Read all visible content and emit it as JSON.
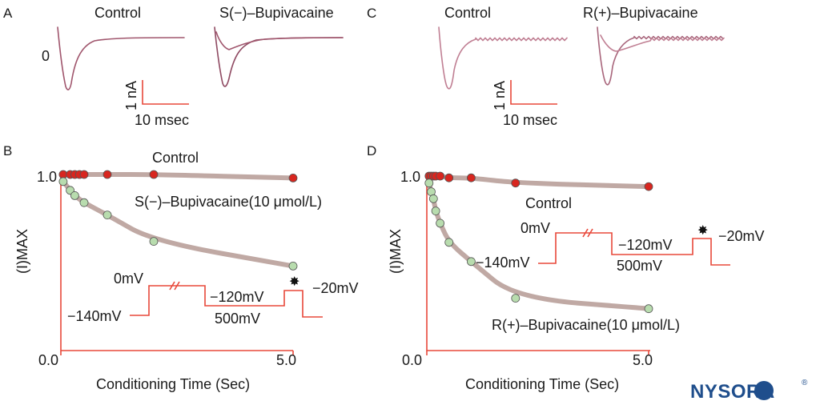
{
  "colors": {
    "axis": "#e8483a",
    "trace": "#a0566d",
    "trace_drug": "#8f4a62",
    "fit": "#b9a09a",
    "control_point": "#d8261f",
    "drug_point": "#b8dcae",
    "point_stroke": "#555555",
    "logo": "#1f4e8c"
  },
  "panels": {
    "A": {
      "letter": "A",
      "control_label": "Control",
      "drug_label": "S(−)–Bupivacaine",
      "zero_label": "0",
      "scale_y": "1 nA",
      "scale_x": "10 msec"
    },
    "C": {
      "letter": "C",
      "control_label": "Control",
      "drug_label": "R(+)–Bupivacaine",
      "scale_y": "1 nA",
      "scale_x": "10 msec"
    },
    "B": {
      "letter": "B",
      "protocol": {
        "v0": "0mV",
        "vhold": "−140mV",
        "vcond": "−120mV",
        "duration": "500mV",
        "vtest": "−20mV",
        "star": "✸"
      }
    },
    "D": {
      "letter": "D",
      "protocol": {
        "v0": "0mV",
        "vhold": "−140mV",
        "vcond": "−120mV",
        "duration": "500mV",
        "vtest": "−20mV",
        "star": "✸"
      }
    }
  },
  "chart_data": [
    {
      "type": "scatter",
      "panel": "B",
      "xlabel": "Conditioning Time (Sec)",
      "ylabel": "(I)MAX",
      "xlim": [
        0,
        5
      ],
      "ylim": [
        0,
        1.0
      ],
      "x_ticks": [
        "0.0",
        "5.0"
      ],
      "y_ticks": [
        "1.0"
      ],
      "series": [
        {
          "name": "Control",
          "x": [
            0.05,
            0.2,
            0.3,
            0.4,
            0.5,
            1.0,
            2.0,
            5.0
          ],
          "y": [
            1.0,
            1.0,
            1.0,
            1.0,
            1.0,
            1.0,
            1.0,
            0.98
          ]
        },
        {
          "name": "S(−)–Bupivacaine(10 μmol/L)",
          "x": [
            0.05,
            0.2,
            0.3,
            0.5,
            1.0,
            2.0,
            5.0
          ],
          "y": [
            0.96,
            0.91,
            0.88,
            0.84,
            0.77,
            0.62,
            0.48
          ]
        }
      ]
    },
    {
      "type": "scatter",
      "panel": "D",
      "xlabel": "Conditioning Time (Sec)",
      "ylabel": "(I)MAX",
      "xlim": [
        0,
        5
      ],
      "ylim": [
        0,
        1.0
      ],
      "x_ticks": [
        "0.0",
        "5.0"
      ],
      "y_ticks": [
        "1.0"
      ],
      "series": [
        {
          "name": "Control",
          "x": [
            0.05,
            0.1,
            0.15,
            0.2,
            0.3,
            0.5,
            1.0,
            2.0,
            5.0
          ],
          "y": [
            1.0,
            1.0,
            1.0,
            1.0,
            1.0,
            0.99,
            0.99,
            0.96,
            0.94
          ]
        },
        {
          "name": "R(+)–Bupivacaine(10 μmol/L)",
          "x": [
            0.05,
            0.1,
            0.15,
            0.2,
            0.3,
            0.5,
            1.0,
            2.0,
            5.0
          ],
          "y": [
            0.96,
            0.91,
            0.87,
            0.8,
            0.73,
            0.62,
            0.51,
            0.3,
            0.24
          ]
        }
      ]
    }
  ],
  "logo": {
    "text": "NYSORA",
    "mark": "®"
  }
}
